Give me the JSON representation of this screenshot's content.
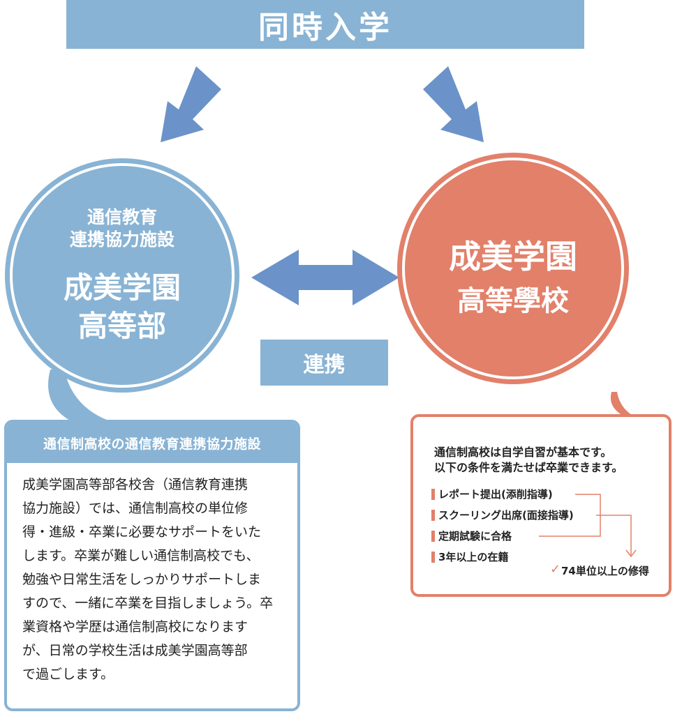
{
  "colors": {
    "blue": "#88b3d4",
    "blue_arrow": "#6b93c9",
    "orange": "#e2806a"
  },
  "banner": {
    "title": "同時入学"
  },
  "left_circle": {
    "subtitle_line1": "通信教育",
    "subtitle_line2": "連携協力施設",
    "name_line1": "成美学園",
    "name_line2": "高等部"
  },
  "right_circle": {
    "name_line1": "成美学園",
    "name_line2": "高等學校"
  },
  "link_label": "連携",
  "left_box": {
    "title": "通信制高校の通信教育連携協力施設",
    "body_lines": [
      "成美学園高等部各校舎（通信教育連携",
      "協力施設）では、通信制高校の単位修",
      "得・進級・卒業に必要なサポートをいた",
      "します。卒業が難しい通信制高校でも、",
      "勉強や日常生活をしっかりサポートしま",
      "すので、一緒に卒業を目指しましょう。卒",
      "業資格や学歴は通信制高校になります",
      "が、日常の学校生活は成美学園高等部",
      "で過ごします。"
    ]
  },
  "right_box": {
    "intro_line1": "通信制高校は自学自習が基本です。",
    "intro_line2": "以下の条件を満たせば卒業できます。",
    "conditions": [
      "レポート提出(添削指導)",
      "スクーリング出席(面接指導)",
      "定期試験に合格",
      "3年以上の在籍"
    ],
    "result": "74単位以上の修得"
  }
}
